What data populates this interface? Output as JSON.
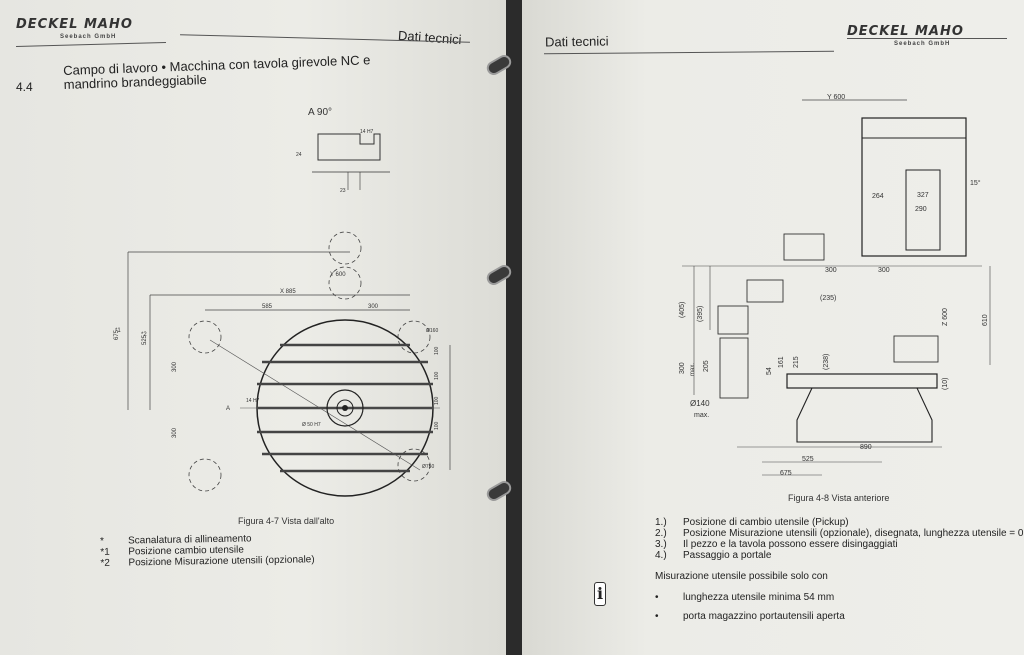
{
  "left": {
    "brand": "DECKEL MAHO",
    "brand_sub": "Seebach GmbH",
    "header": "Dati tecnici",
    "section_number": "4.4",
    "title_line1": "Campo di lavoro  •  Macchina con tavola girevole NC e",
    "title_line2": "mandrino brandeggiabile",
    "detail_label": "A 90°",
    "dims": {
      "slot_w": "14 H7",
      "slot_d": "24",
      "slot_b": "23",
      "x": "X 885",
      "d585": "585",
      "d300": "300",
      "y": "Y 600",
      "d675": "675",
      "d525": "525",
      "s300a": "300",
      "s300b": "300",
      "d100a": "100",
      "d100b": "100",
      "d100c": "100",
      "d100d": "100",
      "phi750": "Ø750",
      "phi160": "Ø160",
      "center": "Ø 50 H7",
      "h14": "14 H7",
      "a": "A",
      "n1": "*1",
      "n2": "*2"
    },
    "caption": "Figura 4-7 Vista dall'alto",
    "legend": [
      {
        "mark": "*",
        "text": "Scanalatura di allineamento"
      },
      {
        "mark": "*1",
        "text": "Posizione cambio utensile"
      },
      {
        "mark": "*2",
        "text": "Posizione Misurazione utensili (opzionale)"
      }
    ]
  },
  "right": {
    "brand": "DECKEL MAHO",
    "brand_sub": "Seebach GmbH",
    "header": "Dati tecnici",
    "dims": {
      "y600": "Y 600",
      "d264": "264",
      "d327": "327",
      "d290": "290",
      "deg15": "15°",
      "d300a": "300",
      "d300b": "300",
      "d235": "(235)",
      "d405": "(405)",
      "d395": "(395)",
      "z600": "Z 600",
      "d610": "610",
      "d300v": "300",
      "max": "max.",
      "d205": "205",
      "d54": "54",
      "d161": "161",
      "d215": "215",
      "d238": "(238)",
      "d10": "(10)",
      "phi140": "Ø140",
      "max2": "max.",
      "d890": "890",
      "d525": "525",
      "d675": "675"
    },
    "caption": "Figura 4-8 Vista anteriore",
    "notes": [
      {
        "mark": "1.)",
        "text": "Posizione di cambio utensile (Pickup)"
      },
      {
        "mark": "2.)",
        "text": "Posizione Misurazione utensili (opzionale), disegnata, lunghezza utensile = 0"
      },
      {
        "mark": "3.)",
        "text": "Il pezzo e la tavola possono essere disingaggiati"
      },
      {
        "mark": "4.)",
        "text": "Passaggio a portale"
      }
    ],
    "measure_title": "Misurazione utensile possibile solo con",
    "bullets": [
      {
        "mark": "•",
        "text": "lunghezza utensile minima 54 mm"
      },
      {
        "mark": "•",
        "text": "porta magazzino portautensili aperta"
      }
    ],
    "info_icon": "i"
  }
}
